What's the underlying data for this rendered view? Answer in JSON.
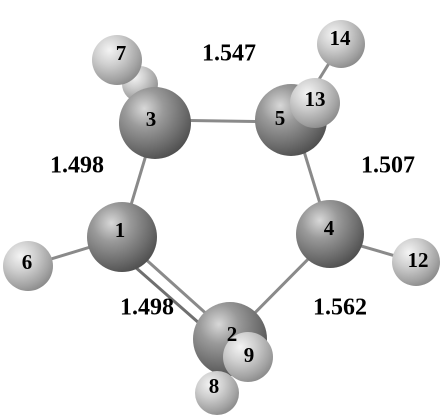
{
  "atoms": [
    {
      "id": "1",
      "label": "1",
      "element": "C"
    },
    {
      "id": "2",
      "label": "2",
      "element": "C"
    },
    {
      "id": "3",
      "label": "3",
      "element": "C"
    },
    {
      "id": "4",
      "label": "4",
      "element": "C"
    },
    {
      "id": "5",
      "label": "5",
      "element": "C"
    },
    {
      "id": "6",
      "label": "6",
      "element": "H"
    },
    {
      "id": "7",
      "label": "7",
      "element": "H"
    },
    {
      "id": "8",
      "label": "8",
      "element": "H"
    },
    {
      "id": "9",
      "label": "9",
      "element": "H"
    },
    {
      "id": "12",
      "label": "12",
      "element": "H"
    },
    {
      "id": "13",
      "label": "13",
      "element": "H"
    },
    {
      "id": "14",
      "label": "14",
      "element": "H"
    }
  ],
  "bond_lengths": {
    "c3_c5": "1.547",
    "c1_c3": "1.498",
    "c4_c5": "1.507",
    "c1_c2": "1.498",
    "c2_c4": "1.562"
  },
  "colors": {
    "carbon": "#7d7d7d",
    "hydrogen": "#c9c9c9",
    "bond": "#8a8a8a",
    "text": "#000000",
    "background": "#ffffff"
  }
}
